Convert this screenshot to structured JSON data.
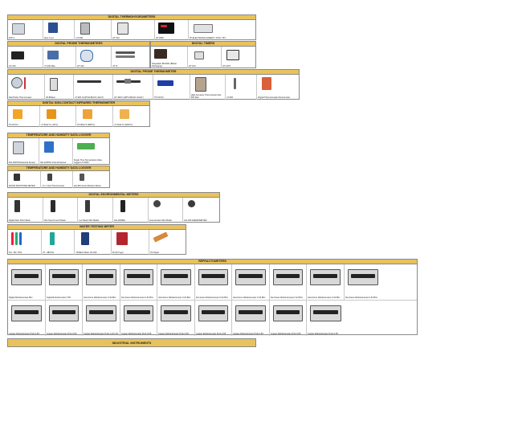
{
  "sections": {
    "thermohygro": {
      "title": "DIGITAL THERMOHYGROMETERS",
      "items": [
        "ETP-1",
        "Here 3 pro",
        "HT-208",
        "HT-210",
        "HT-3536",
        "TP-ELECTRONIC EXERGY TOOL TP1"
      ]
    },
    "probe1": {
      "title": "DIGITAL PROBE THERMOMETERS",
      "items": [
        "HT-220",
        "HT-230 Max",
        "HT-420",
        "HT-71"
      ]
    },
    "timers": {
      "title": "DIGITAL TIMERS",
      "items": [
        "Stopwatch 88-5461 (Blister Packaging)",
        "HT-100",
        "HT-100T"
      ]
    },
    "probe2": {
      "title": "DIGITAL PROBE THERMOMETER",
      "items": [
        "Dial Probe Thermometer",
        "HT-800pro",
        "HT-300 N (WITH BACK LIGHT)",
        "HT-300 N (WITH BACK LIGHT)",
        "TP-100 M",
        "High Accuracy Thermometer HH-500 Max",
        "HT-300",
        "Digital Thermocouple thermometer"
      ]
    },
    "infrared": {
      "title": "DIGITAL NON-CONTACT INFRARED THERMOMETER",
      "items": [
        "ST-20 Pro",
        "HT-3012 S (-30°C)",
        "ST-6012 S (380°C)",
        "HT-1012 S (1200°C)"
      ]
    },
    "logger1": {
      "title": "TEMPERATURE AND HUMIDITY DATA LOGGER",
      "items": [
        "RH-1000TH External Sensor",
        "RH-1000TH Internal Sensor",
        "Single Time Temperature Data Logger HT-1000"
      ]
    },
    "logger2": {
      "title": "TEMPERATURE AND HUMIDITY DATA LOGGER",
      "items": [
        "WOOD MOISTURE METER",
        "1 In 1 Soil Thermometer",
        "HH-300 Grain Moisture Meter"
      ]
    },
    "environmental": {
      "title": "DIGITAL ENVIRONMENTAL METERS",
      "items": [
        "Digital Dew Point Meter",
        "Mini Sound Level Meter",
        "Lux Meter Mini Model",
        "HH-1000RH",
        "Anemometer Mini Model",
        "HH-300 ANEMOMETER"
      ]
    },
    "water": {
      "title": "WATER TESTING METER",
      "items": [
        "PH - 98 / TDS",
        "HT - 980 PH",
        "TDS/EC Meter HT-320",
        "PH (8 Type)",
        "Ph Paper"
      ]
    },
    "refractometers": {
      "title": "REFRACTOMETERS",
      "row1": [
        "Digital Refractometer Brix",
        "Digital Refractometer 0-55",
        "Aluminium Refractometer 0-32 Brix",
        "Aluminium Refractometer 0-32 Brix",
        "Aluminium Refractometer 0-32 Brix",
        "Aluminium Refractometer 0-32 Brix",
        "Aluminium Refractometer 0-32 Brix",
        "Aluminium Refractometer 0-32 Brix",
        "Aluminium Refractometer 0-32 Brix",
        "Aluminium Refractometer 0-32 Brix"
      ],
      "row2": [
        "Copper Refractometer Prob 0-55",
        "Copper Refractometer Prob 0-55",
        "Copper Refractometer Prob 1-10 LTS",
        "Copper Refractometer Prob 0-55",
        "Copper Refractometer Prob 0-55",
        "Copper Refractometer Prob 0-55",
        "Copper Refractometer Prob 0-55",
        "Copper Refractometer Prob 0-55",
        "Copper Refractometer Prob 0-55"
      ]
    }
  },
  "footer": {
    "title": "INDUSTRIAL INSTRUMENTS"
  },
  "colors": {
    "header_band": "#e8c25c",
    "border": "#8a8a8a"
  }
}
